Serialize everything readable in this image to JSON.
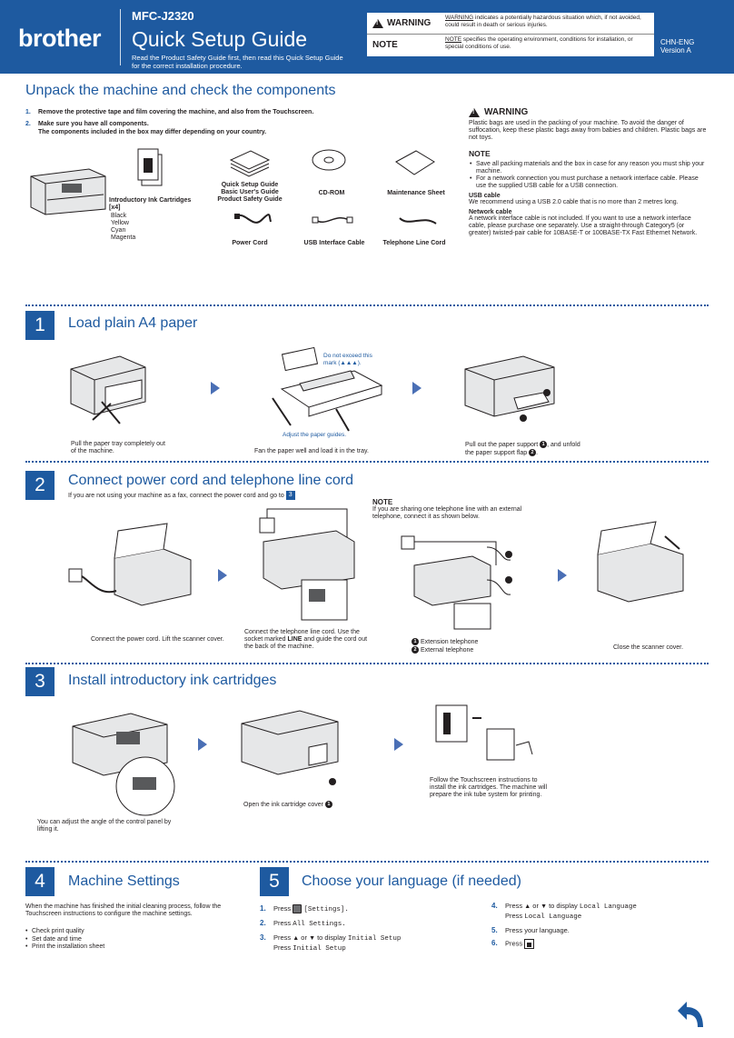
{
  "header": {
    "brand": "brother",
    "model": "MFC-J2320",
    "title": "Quick Setup Guide",
    "subtitle": "Read the Product Safety Guide first, then read this Quick Setup Guide for the correct installation procedure.",
    "warning_label": "WARNING",
    "warning_word": "WARNING",
    "warning_text": " indicates a potentially hazardous situation which, if not avoided, could result in death or serious injuries.",
    "note_label": "NOTE",
    "note_word": "NOTE",
    "note_text": " specifies the operating environment, conditions for installation, or special conditions of use.",
    "region": "CHN-ENG",
    "version": "Version A"
  },
  "unpack": {
    "title": "Unpack the machine and check the components",
    "step1_num": "1.",
    "step1": "Remove the protective tape and film covering the machine, and also from the Touchscreen.",
    "step2_num": "2.",
    "step2_a": "Make sure you have all components.",
    "step2_b": "The components included in the box may differ depending on your country.",
    "items": {
      "ink": "Introductory Ink Cartridges",
      "ink_count": "[x4]",
      "colors": [
        "Black",
        "Yellow",
        "Cyan",
        "Magenta"
      ],
      "guides": [
        "Quick Setup Guide",
        "Basic User's Guide",
        "Product Safety Guide"
      ],
      "cdrom": "CD-ROM",
      "maintenance": "Maintenance Sheet",
      "power_cord": "Power Cord",
      "usb_cable": "USB Interface Cable",
      "phone_cord": "Telephone Line Cord"
    },
    "warning": {
      "title": "WARNING",
      "text": "Plastic bags are used in the packing of your machine. To avoid the danger of suffocation, keep these plastic bags away from babies and children. Plastic bags are not toys."
    },
    "note": {
      "title": "NOTE",
      "bullets": [
        "Save all packing materials and the box in case for any reason you must ship your machine.",
        "For a network connection you must purchase a network interface cable. Please use the supplied USB cable for a USB connection."
      ],
      "usb_title": "USB cable",
      "usb_text": "We recommend using a USB 2.0 cable that is no more than 2 metres long.",
      "network_title": "Network cable",
      "network_text": "A network interface cable is not included. If you want to use a network interface cable, please purchase one separately. Use a straight-through Category5 (or greater) twisted-pair cable for 10BASE-T or 100BASE-TX Fast Ethernet Network."
    }
  },
  "step1": {
    "num": "1",
    "title": "Load plain A4 paper",
    "cap1": "Pull the paper tray completely out of the machine.",
    "cap2": "Fan the paper well and load it in the tray.",
    "cap3_a": "Pull out the paper support ",
    "cap3_b": ", and unfold the paper support flap ",
    "cap3_c": ".",
    "callout1": "Do not exceed this mark (▲▲▲).",
    "callout2": "Adjust the paper guides."
  },
  "step2": {
    "num": "2",
    "title": "Connect power cord and telephone line cord",
    "intro": "If you are not using your machine as a fax, connect the power cord and go to",
    "goto": "3",
    "cap1": "Connect the power cord. Lift the scanner cover.",
    "cap2_a": "Connect the telephone line cord. Use the socket marked ",
    "cap2_b": "LINE",
    "cap2_c": " and guide the cord out the back of the machine.",
    "note_title": "NOTE",
    "note_text": "If you are sharing one telephone line with an external telephone, connect it as shown below.",
    "legend1": "Extension telephone",
    "legend2": "External telephone",
    "cap4": "Close the scanner cover."
  },
  "step3": {
    "num": "3",
    "title": "Install introductory ink cartridges",
    "cap1": "You can adjust the angle of the control panel by lifting it.",
    "cap2": "Open the ink cartridge cover ",
    "cap3": "Follow the Touchscreen instructions to install the ink cartridges. The machine will prepare the ink tube system for printing."
  },
  "step4": {
    "num": "4",
    "title": "Machine Settings",
    "text": "When the machine has finished the initial cleaning process, follow the Touchscreen instructions to configure the machine settings.",
    "bullets": [
      "Check print quality",
      "Set date and time",
      "Print the installation sheet"
    ]
  },
  "step5": {
    "num": "5",
    "title": "Choose your language (if needed)",
    "press": "Press",
    "or": "or",
    "to_display": "to display",
    "s1_label": "1.",
    "s1_text": "[Settings].",
    "s2_label": "2.",
    "s2_text": "All Settings.",
    "s3_label": "3.",
    "s3_code": "Initial Setup",
    "s3_code2": "Initial Setup",
    "s4_label": "4.",
    "s4_code": "Local Language",
    "s4_code2": "Local Language",
    "s5_label": "5.",
    "s5_text": "Press your language.",
    "s6_label": "6.",
    "s6_text": "Press"
  },
  "colors": {
    "brand_blue": "#1e5aa0",
    "arrow_blue": "#4a6fb5"
  }
}
